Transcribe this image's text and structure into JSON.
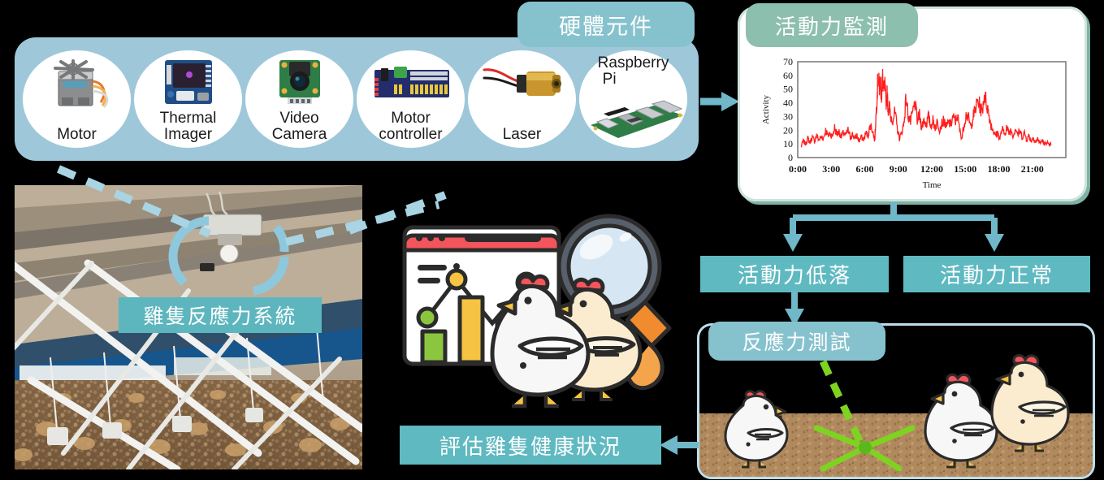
{
  "hardware": {
    "title": "硬體元件",
    "panel_color": "#9ec8da",
    "title_color": "#86c2ce",
    "items": [
      {
        "label1": "Motor",
        "label2": "",
        "icon": "servo-motor-icon"
      },
      {
        "label1": "Thermal",
        "label2": "Imager",
        "icon": "thermal-imager-board-icon"
      },
      {
        "label1": "Video",
        "label2": "Camera",
        "icon": "camera-module-icon"
      },
      {
        "label1": "Motor",
        "label2": "controller",
        "icon": "motor-driver-board-icon"
      },
      {
        "label1": "Laser",
        "label2": "",
        "icon": "laser-diode-icon"
      },
      {
        "label1": "Raspberry",
        "label2": "Pi",
        "icon": "raspberry-pi-board-icon"
      }
    ]
  },
  "chart_panel": {
    "title": "活動力監測",
    "title_color": "#8dbfae",
    "card_border": "#7fb2a6"
  },
  "chart_data": {
    "type": "line",
    "title": "",
    "xlabel": "Time",
    "ylabel": "Activity",
    "ylim": [
      0,
      70
    ],
    "yticks": [
      0,
      10,
      20,
      30,
      40,
      50,
      60,
      70
    ],
    "xticks": [
      "0:00",
      "3:00",
      "6:00",
      "9:00",
      "12:00",
      "15:00",
      "18:00",
      "21:00"
    ],
    "grid": false,
    "legend": "none",
    "series_color": "#ff1f1f",
    "series": [
      {
        "name": "Activity",
        "x_hours": [
          0.3,
          0.5,
          0.7,
          0.9,
          1.1,
          1.3,
          1.5,
          1.7,
          1.9,
          2.1,
          2.3,
          2.5,
          2.7,
          2.9,
          3.1,
          3.3,
          3.5,
          3.7,
          3.9,
          4.1,
          4.3,
          4.5,
          4.7,
          4.9,
          5.1,
          5.3,
          5.5,
          5.7,
          5.9,
          6.1,
          6.3,
          6.5,
          6.7,
          6.9,
          7.0,
          7.1,
          7.2,
          7.3,
          7.4,
          7.5,
          7.6,
          7.7,
          7.8,
          7.9,
          8.0,
          8.1,
          8.2,
          8.3,
          8.5,
          8.7,
          8.9,
          9.1,
          9.3,
          9.5,
          9.7,
          9.9,
          10.1,
          10.3,
          10.5,
          10.7,
          10.9,
          11.1,
          11.3,
          11.5,
          11.7,
          11.9,
          12.1,
          12.3,
          12.5,
          12.7,
          12.9,
          13.1,
          13.3,
          13.5,
          13.7,
          13.9,
          14.1,
          14.3,
          14.5,
          14.7,
          14.9,
          15.1,
          15.3,
          15.5,
          15.7,
          15.9,
          16.1,
          16.3,
          16.5,
          16.7,
          16.9,
          17.1,
          17.3,
          17.5,
          17.7,
          17.9,
          18.1,
          18.3,
          18.5,
          18.7,
          18.9,
          19.1,
          19.3,
          19.5,
          19.7,
          19.9,
          20.1,
          20.3,
          20.5,
          20.7,
          20.9,
          21.1,
          21.3,
          21.5,
          21.7,
          21.9,
          22.1,
          22.3,
          22.5,
          22.7,
          22.9,
          23.1,
          23.3,
          23.5
        ],
        "values": [
          8,
          12,
          10,
          14,
          11,
          15,
          12,
          16,
          13,
          15,
          14,
          20,
          16,
          18,
          15,
          22,
          17,
          19,
          15,
          18,
          16,
          20,
          15,
          17,
          14,
          16,
          12,
          15,
          13,
          18,
          16,
          24,
          20,
          12,
          30,
          45,
          61,
          50,
          57,
          44,
          58,
          48,
          52,
          40,
          46,
          35,
          38,
          30,
          28,
          33,
          22,
          14,
          18,
          25,
          44,
          30,
          26,
          33,
          40,
          27,
          31,
          22,
          28,
          24,
          30,
          23,
          27,
          22,
          26,
          21,
          25,
          27,
          22,
          26,
          24,
          30,
          26,
          31,
          20,
          14,
          25,
          32,
          28,
          22,
          30,
          35,
          41,
          38,
          33,
          46,
          40,
          32,
          24,
          20,
          16,
          18,
          14,
          21,
          17,
          22,
          18,
          20,
          16,
          22,
          17,
          19,
          15,
          18,
          13,
          16,
          12,
          15,
          11,
          14,
          10,
          13,
          9,
          12,
          8,
          11
        ]
      }
    ]
  },
  "decisions": {
    "low": "活動力低落",
    "normal": "活動力正常",
    "box_color": "#5fb9c1"
  },
  "react_test": {
    "title": "反應力測試",
    "title_color": "#86c2ce",
    "border_color": "#bddfeb",
    "ground_color": "#b08a5e",
    "laser_color": "#7ed321",
    "chickens": [
      "white-chicken-left",
      "white-chicken-right",
      "cream-chicken-far-right"
    ]
  },
  "assessment": {
    "label": "評估雞隻健康狀況",
    "box_color": "#5fb9c1"
  },
  "photo": {
    "label": "雞隻反應力系統",
    "label_color": "#5db6be",
    "alt": "poultry-house-ceiling-device-photo"
  },
  "illustration": {
    "name": "dashboard-chickens-magnifier-illustration"
  },
  "connectors": {
    "arrow_color": "#6fb7c9",
    "dashed_color": "#a8d4e4"
  }
}
